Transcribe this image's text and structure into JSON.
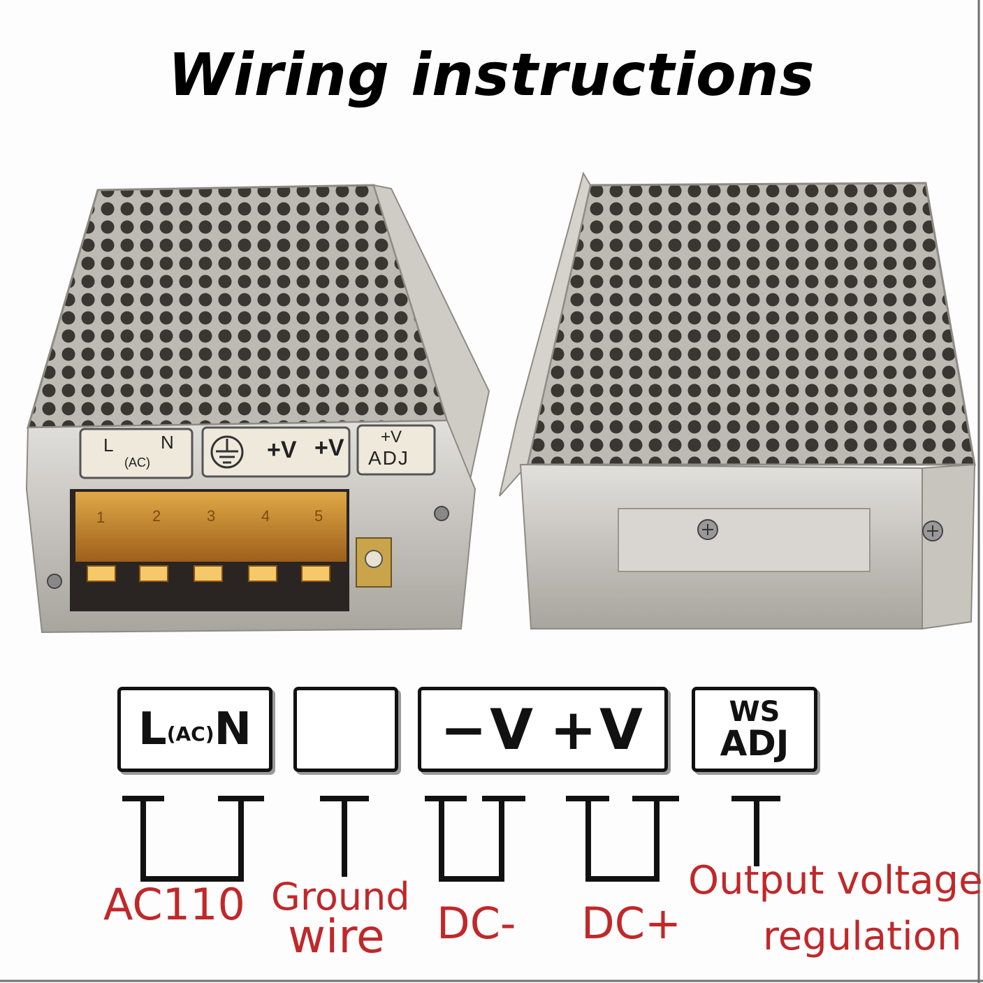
{
  "title": "Wiring instructions",
  "photo_left": {
    "terminal_labels": {
      "l": "L",
      "n": "N",
      "ac": "(AC)",
      "v1": "+V",
      "v2": "+V",
      "adj_v": "+V",
      "adj": "ADJ"
    },
    "terminal_numbers": [
      "1",
      "2",
      "3",
      "4",
      "5"
    ]
  },
  "boxes": {
    "ac": {
      "l": "L",
      "ac": "(AC)",
      "n": "N"
    },
    "minus_v": "−V",
    "plus_v": "+V",
    "ws": "WS",
    "adj": "ADJ"
  },
  "captions": {
    "ac110": "AC110",
    "ground_1": "Ground",
    "ground_2": "wire",
    "dc_minus": "DC-",
    "dc_plus": "DC+",
    "output_1": "Output voltage",
    "output_2": "regulation"
  },
  "colors": {
    "caption_red": "#c0282a",
    "metal": "#b9b6b1",
    "terminal_amber": "#d8902a"
  }
}
